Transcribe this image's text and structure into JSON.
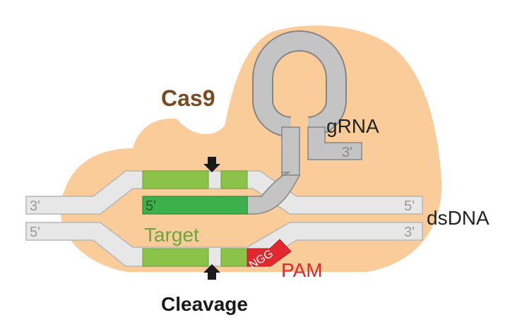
{
  "colors": {
    "cas9": "#f9cc9a",
    "cas9_label": "#7a4a22",
    "strand": "#e7e7e7",
    "strand_edge": "#b5b5b5",
    "grna": "#c4c4c4",
    "grna_edge": "#858585",
    "target_light": "#8bc34a",
    "target_dark": "#3db04b",
    "target_label": "#6ba63f",
    "pam": "#e0282e",
    "label": "#222222",
    "end_label": "#9a9a9a"
  },
  "labels": {
    "cas9": "Cas9",
    "grna": "gRNA",
    "grna_3prime": "3'",
    "dsdna": "dsDNA",
    "top_left_end": "3'",
    "top_right_end": "5'",
    "bottom_left_end": "5'",
    "bottom_right_end": "3'",
    "guide_5prime": "5'",
    "target": "Target",
    "pam_seq": "NGG",
    "pam": "PAM",
    "cleavage": "Cleavage"
  },
  "icons": {
    "top_cut": "arrow-down-icon",
    "bottom_cut": "arrow-up-icon"
  }
}
